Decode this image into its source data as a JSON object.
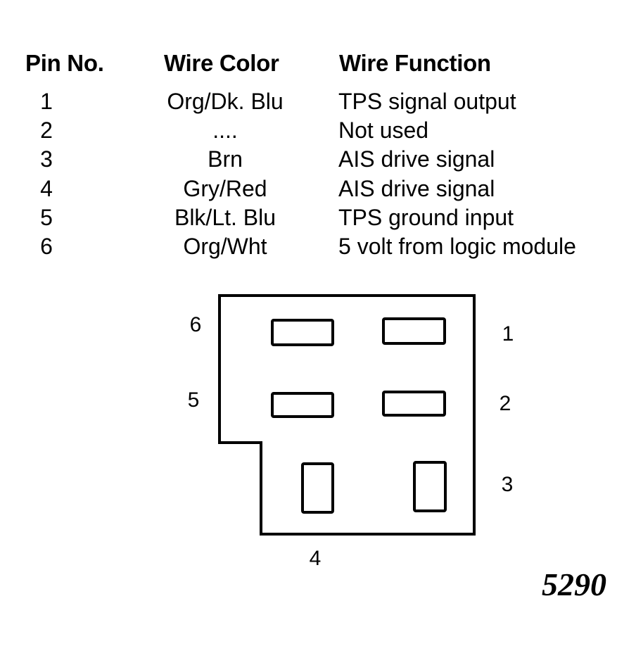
{
  "table": {
    "headers": {
      "pin": "Pin No.",
      "color": "Wire Color",
      "function": "Wire Function"
    },
    "rows": [
      {
        "pin": "1",
        "color": "Org/Dk. Blu",
        "function": "TPS signal output"
      },
      {
        "pin": "2",
        "color": "....",
        "function": "Not used"
      },
      {
        "pin": "3",
        "color": "Brn",
        "function": "AIS drive signal"
      },
      {
        "pin": "4",
        "color": "Gry/Red",
        "function": "AIS drive signal"
      },
      {
        "pin": "5",
        "color": "Blk/Lt. Blu",
        "function": "TPS ground input"
      },
      {
        "pin": "6",
        "color": "Org/Wht",
        "function": "5 volt from logic module"
      }
    ]
  },
  "connector": {
    "labels": {
      "pin1": "1",
      "pin2": "2",
      "pin3": "3",
      "pin4": "4",
      "pin5": "5",
      "pin6": "6"
    }
  },
  "figure_number": "5290"
}
